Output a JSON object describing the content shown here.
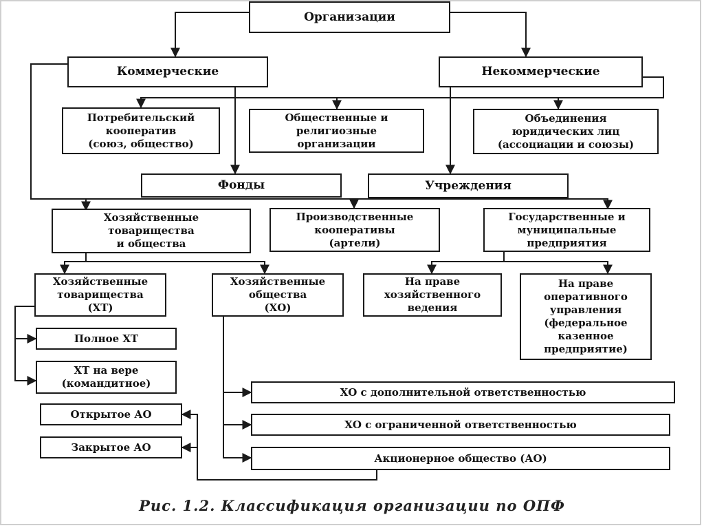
{
  "nodes": {
    "org": "Организации",
    "commercial": "Коммерческие",
    "noncommercial": "Некоммерческие",
    "consumer_coop": "Потребительский\nкооператив\n(союз, общество)",
    "public_religious": "Общественные и\nрелигиозные\nорганизации",
    "legal_associations": "Объединения\nюридических лиц\n(ассоциации и союзы)",
    "funds": "Фонды",
    "institutions": "Учреждения",
    "business_partnerships_societies": "Хозяйственные\nтоварищества\nи общества",
    "production_coops": "Производственные\nкооперативы\n(артели)",
    "state_municipal": "Государственные и\nмуниципальные\nпредприятия",
    "business_partnerships": "Хозяйственные\nтоварищества\n(ХТ)",
    "business_societies": "Хозяйственные\nобщества\n(ХО)",
    "economic_management": "На праве\nхозяйственного\nведения",
    "operational_management": "На праве\nоперативного\nуправления\n(федеральное\nказенное\nпредприятие)",
    "full_partnership": "Полное ХТ",
    "limited_partnership": "ХТ на вере\n(командитное)",
    "open_jsc": "Открытое АО",
    "closed_jsc": "Закрытое АО",
    "additional_liability": "ХО с дополнительной ответственностью",
    "limited_liability": "ХО с ограниченной ответственностью",
    "jsc": "Акционерное общество (АО)"
  },
  "caption": "Рис. 1.2. Классификация организации по ОПФ"
}
